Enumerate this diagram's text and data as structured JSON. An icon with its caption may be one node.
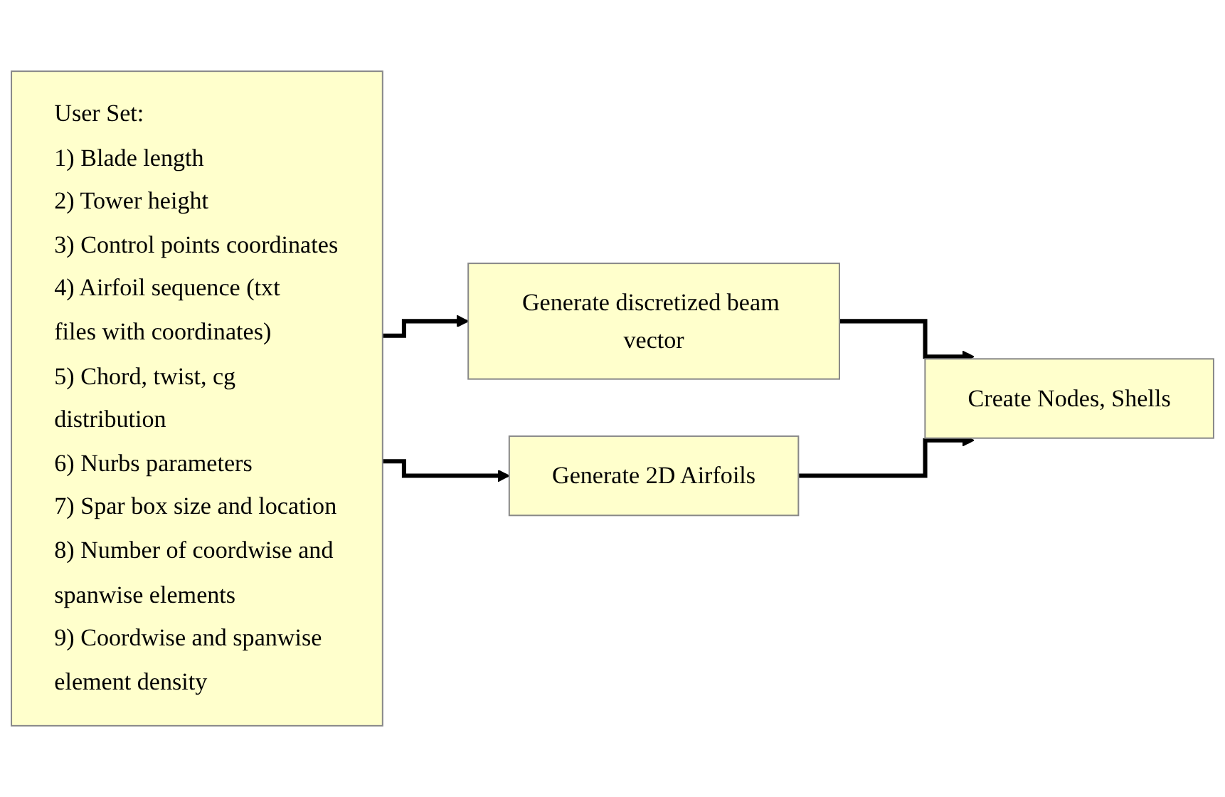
{
  "diagram": {
    "nodes": [
      {
        "text": [
          "User Set:",
          "1) Blade length",
          "2) Tower height",
          "3) Control points coordinates",
          "4) Airfoil sequence (txt  files with coordinates)",
          "5) Chord, twist, cg distribution",
          "6) Nurbs parameters",
          "7) Spar box size and location",
          "8) Number of coordwise and spanwise elements",
          "9) Coordwise and spanwise element density"
        ]
      },
      {
        "text": [
          "Generate discretized beam vector"
        ]
      },
      {
        "text": [
          "Generate 2D Airfoils"
        ]
      },
      {
        "text": [
          "Create Nodes, Shells"
        ]
      }
    ],
    "edges": [
      {
        "from": 0,
        "to": 1,
        "arrow": "to"
      },
      {
        "from": 0,
        "to": 2,
        "arrow": "to"
      },
      {
        "from": 1,
        "to": 3,
        "arrow": "to"
      },
      {
        "from": 2,
        "to": 3,
        "arrow": "to"
      }
    ]
  }
}
